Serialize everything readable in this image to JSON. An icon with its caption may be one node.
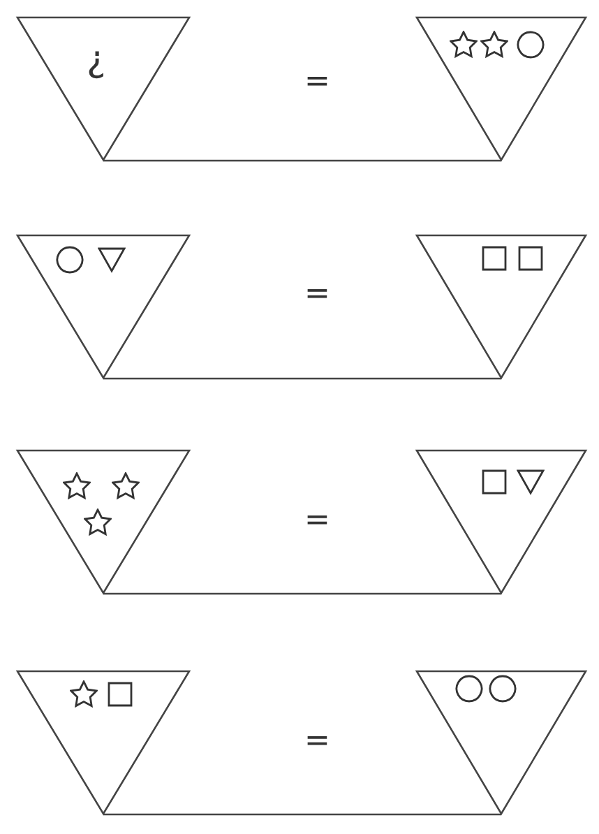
{
  "diagram": {
    "nodes": [
      {
        "text": [
          "¿"
        ]
      },
      {
        "text": [],
        "shape": "triangle"
      },
      {
        "text": [],
        "shape": "star",
        "in": 1
      },
      {
        "text": [],
        "shape": "star",
        "in": 1
      },
      {
        "text": [],
        "shape": "circle",
        "in": 1
      },
      {
        "text": [],
        "shape": "triangle"
      },
      {
        "text": [],
        "shape": "circle",
        "in": 5
      },
      {
        "text": [],
        "shape": "triangle",
        "in": 5
      },
      {
        "text": [],
        "shape": "triangle"
      },
      {
        "text": [],
        "shape": "box",
        "in": 8
      },
      {
        "text": [],
        "shape": "box",
        "in": 8
      },
      {
        "text": [],
        "shape": "triangle"
      },
      {
        "text": [],
        "shape": "star",
        "in": 11
      },
      {
        "text": [],
        "shape": "star",
        "in": 11
      },
      {
        "text": [],
        "shape": "star",
        "in": 11
      },
      {
        "text": [],
        "shape": "triangle"
      },
      {
        "text": [],
        "shape": "box",
        "in": 15
      },
      {
        "text": [],
        "shape": "triangle",
        "in": 15
      },
      {
        "text": [],
        "shape": "triangle"
      },
      {
        "text": [],
        "shape": "star",
        "in": 18
      },
      {
        "text": [],
        "shape": "box",
        "in": 18
      },
      {
        "text": [],
        "shape": "triangle"
      },
      {
        "text": [],
        "shape": "circle",
        "in": 21
      },
      {
        "text": [],
        "shape": "circle",
        "in": 21
      }
    ],
    "edges": [
      {
        "from": 0,
        "to": 1,
        "arrow": "none"
      },
      {
        "from": 5,
        "to": 8,
        "arrow": "none"
      },
      {
        "from": 11,
        "to": 15,
        "arrow": "none"
      },
      {
        "from": 18,
        "to": 21,
        "arrow": "none"
      }
    ],
    "labels": [
      "=",
      "=",
      "=",
      "="
    ]
  }
}
